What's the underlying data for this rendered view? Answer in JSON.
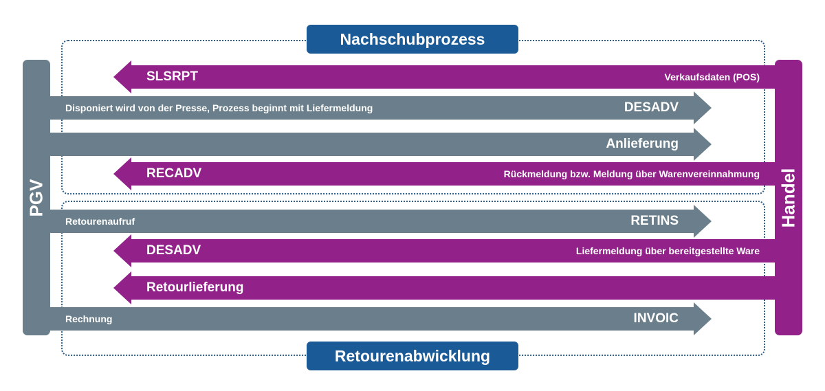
{
  "titles": {
    "top": "Nachschubprozess",
    "bottom": "Retourenabwicklung"
  },
  "parties": {
    "left": "PGV",
    "right": "Handel"
  },
  "colors": {
    "pgv_gray": "#6a7f8b",
    "handel_purple": "#922189",
    "title_blue": "#1a5a96",
    "dotted_border": "#2e5f8a"
  },
  "flows": [
    {
      "direction": "left",
      "message": "SLSRPT",
      "description": "Verkaufsdaten (POS)"
    },
    {
      "direction": "right",
      "message": "DESADV",
      "description": "Disponiert wird von der Presse, Prozess beginnt mit Liefermeldung"
    },
    {
      "direction": "right",
      "message": "Anlieferung",
      "description": ""
    },
    {
      "direction": "left",
      "message": "RECADV",
      "description": "Rückmeldung bzw. Meldung über Warenvereinnahmung"
    },
    {
      "direction": "right",
      "message": "RETINS",
      "description": "Retourenaufruf"
    },
    {
      "direction": "left",
      "message": "DESADV",
      "description": "Liefermeldung über bereitgestellte Ware"
    },
    {
      "direction": "left",
      "message": "Retourlieferung",
      "description": ""
    },
    {
      "direction": "right",
      "message": "INVOIC",
      "description": "Rechnung"
    }
  ]
}
